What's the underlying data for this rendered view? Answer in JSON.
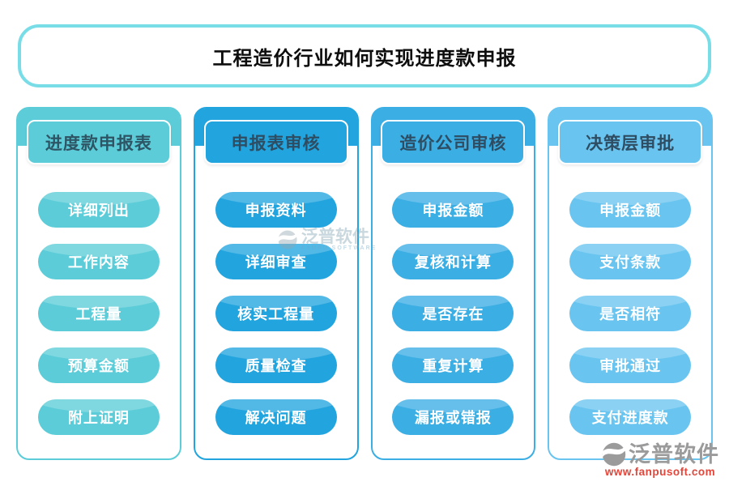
{
  "title": "工程造价行业如何实现进度款申报",
  "colors": {
    "title_border": "#79DDE7",
    "header_text": "#2E4D62",
    "button_text": "#FFFFFF",
    "logo_text_color": "#9B9B9B",
    "logo_url_color": "#E2463A"
  },
  "columns": [
    {
      "header": "进度款申报表",
      "color": "#5CCDD8",
      "header_text_color": "#2E5565",
      "items": [
        "详细列出",
        "工作内容",
        "工程量",
        "预算金额",
        "附上证明"
      ]
    },
    {
      "header": "申报表审核",
      "color": "#22A4DE",
      "header_text_color": "#2E4D62",
      "items": [
        "申报资料",
        "详细审查",
        "核实工程量",
        "质量检查",
        "解决问题"
      ]
    },
    {
      "header": "造价公司审核",
      "color": "#3BAEE4",
      "header_text_color": "#2E4D62",
      "items": [
        "申报金额",
        "复核和计算",
        "是否存在",
        "重复计算",
        "漏报或错报"
      ]
    },
    {
      "header": "决策层审批",
      "color": "#69C5F0",
      "header_text_color": "#2E4D62",
      "items": [
        "申报金额",
        "支付条款",
        "是否相符",
        "审批通过",
        "支付进度款"
      ]
    }
  ],
  "watermark": {
    "text": "泛普软件",
    "subtext": "FANPU SOFTWARE"
  },
  "logo": {
    "text": "泛普软件",
    "url": "www.fanpusoft.com"
  }
}
